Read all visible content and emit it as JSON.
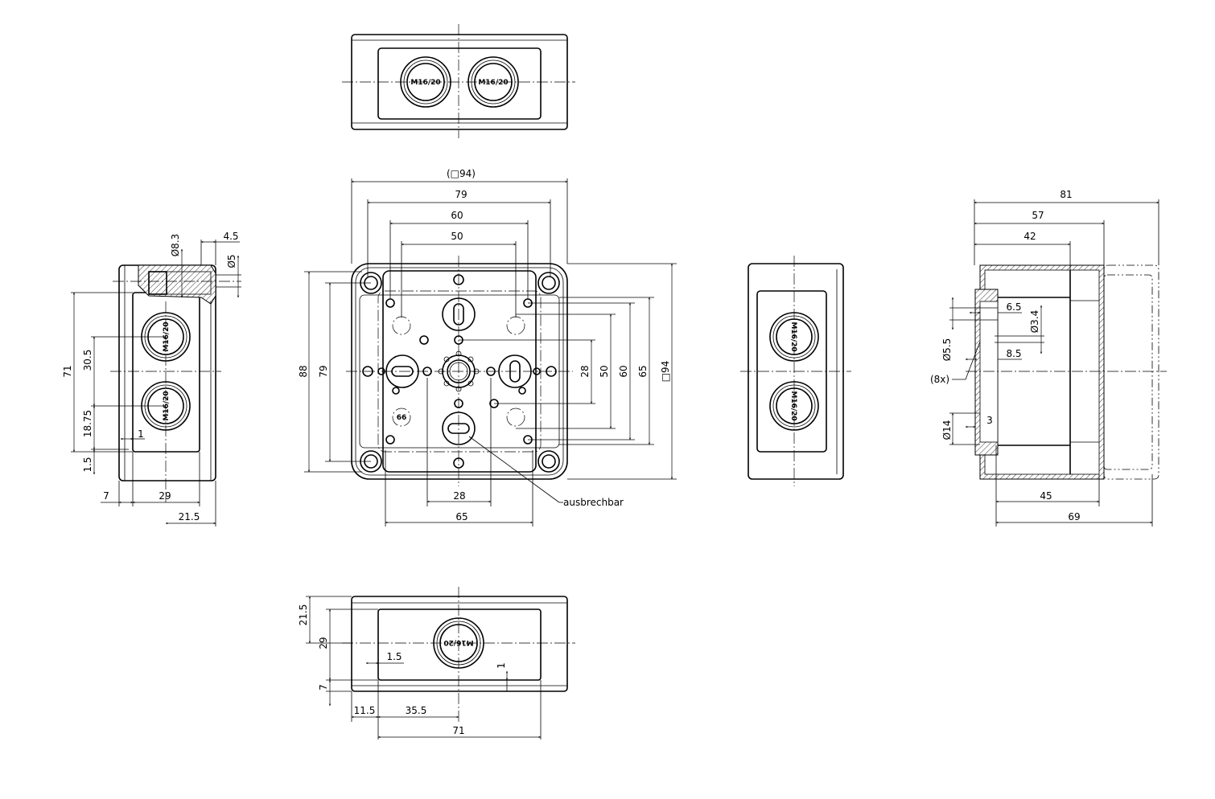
{
  "gland_label": "M16/20",
  "top_view": {
    "glands": [
      "M16/20",
      "M16/20"
    ]
  },
  "front_view": {
    "dims_horizontal": {
      "overall": "(□94)",
      "d79": "79",
      "d60": "60",
      "d50": "50",
      "bottom28": "28",
      "bottom65": "65"
    },
    "dims_vertical": {
      "d88": "88",
      "d79": "79",
      "d28": "28",
      "d50": "50",
      "d60": "60",
      "d65": "65",
      "square94": "□94"
    },
    "callout": "ausbrechbar",
    "mark": "66"
  },
  "left_view": {
    "glands": [
      "M16/20",
      "M16/20"
    ],
    "dims": {
      "dia83": "Ø8.3",
      "d45": "4.5",
      "dia5": "Ø5",
      "d71": "71",
      "d305": "30.5",
      "d1875": "18.75",
      "d15": "1.5",
      "d1": "1",
      "d7": "7",
      "d29": "29",
      "d215": "21.5"
    }
  },
  "right_view": {
    "glands": [
      "M16/20",
      "M16/20"
    ]
  },
  "section_view": {
    "dims": {
      "d81": "81",
      "d57": "57",
      "d42": "42",
      "d65": "6.5",
      "dia34": "Ø3.4",
      "dia55": "Ø5.5",
      "d85": "8.5",
      "count": "(8x)",
      "dia14": "Ø14",
      "d3": "3",
      "d45": "45",
      "d69": "69"
    }
  },
  "bottom_view": {
    "glands": [
      "M16/20"
    ],
    "dims": {
      "d215": "21.5",
      "d29": "29",
      "d15": "1.5",
      "d1": "1",
      "d7": "7",
      "d115": "11.5",
      "d355": "35.5",
      "d71": "71"
    }
  }
}
